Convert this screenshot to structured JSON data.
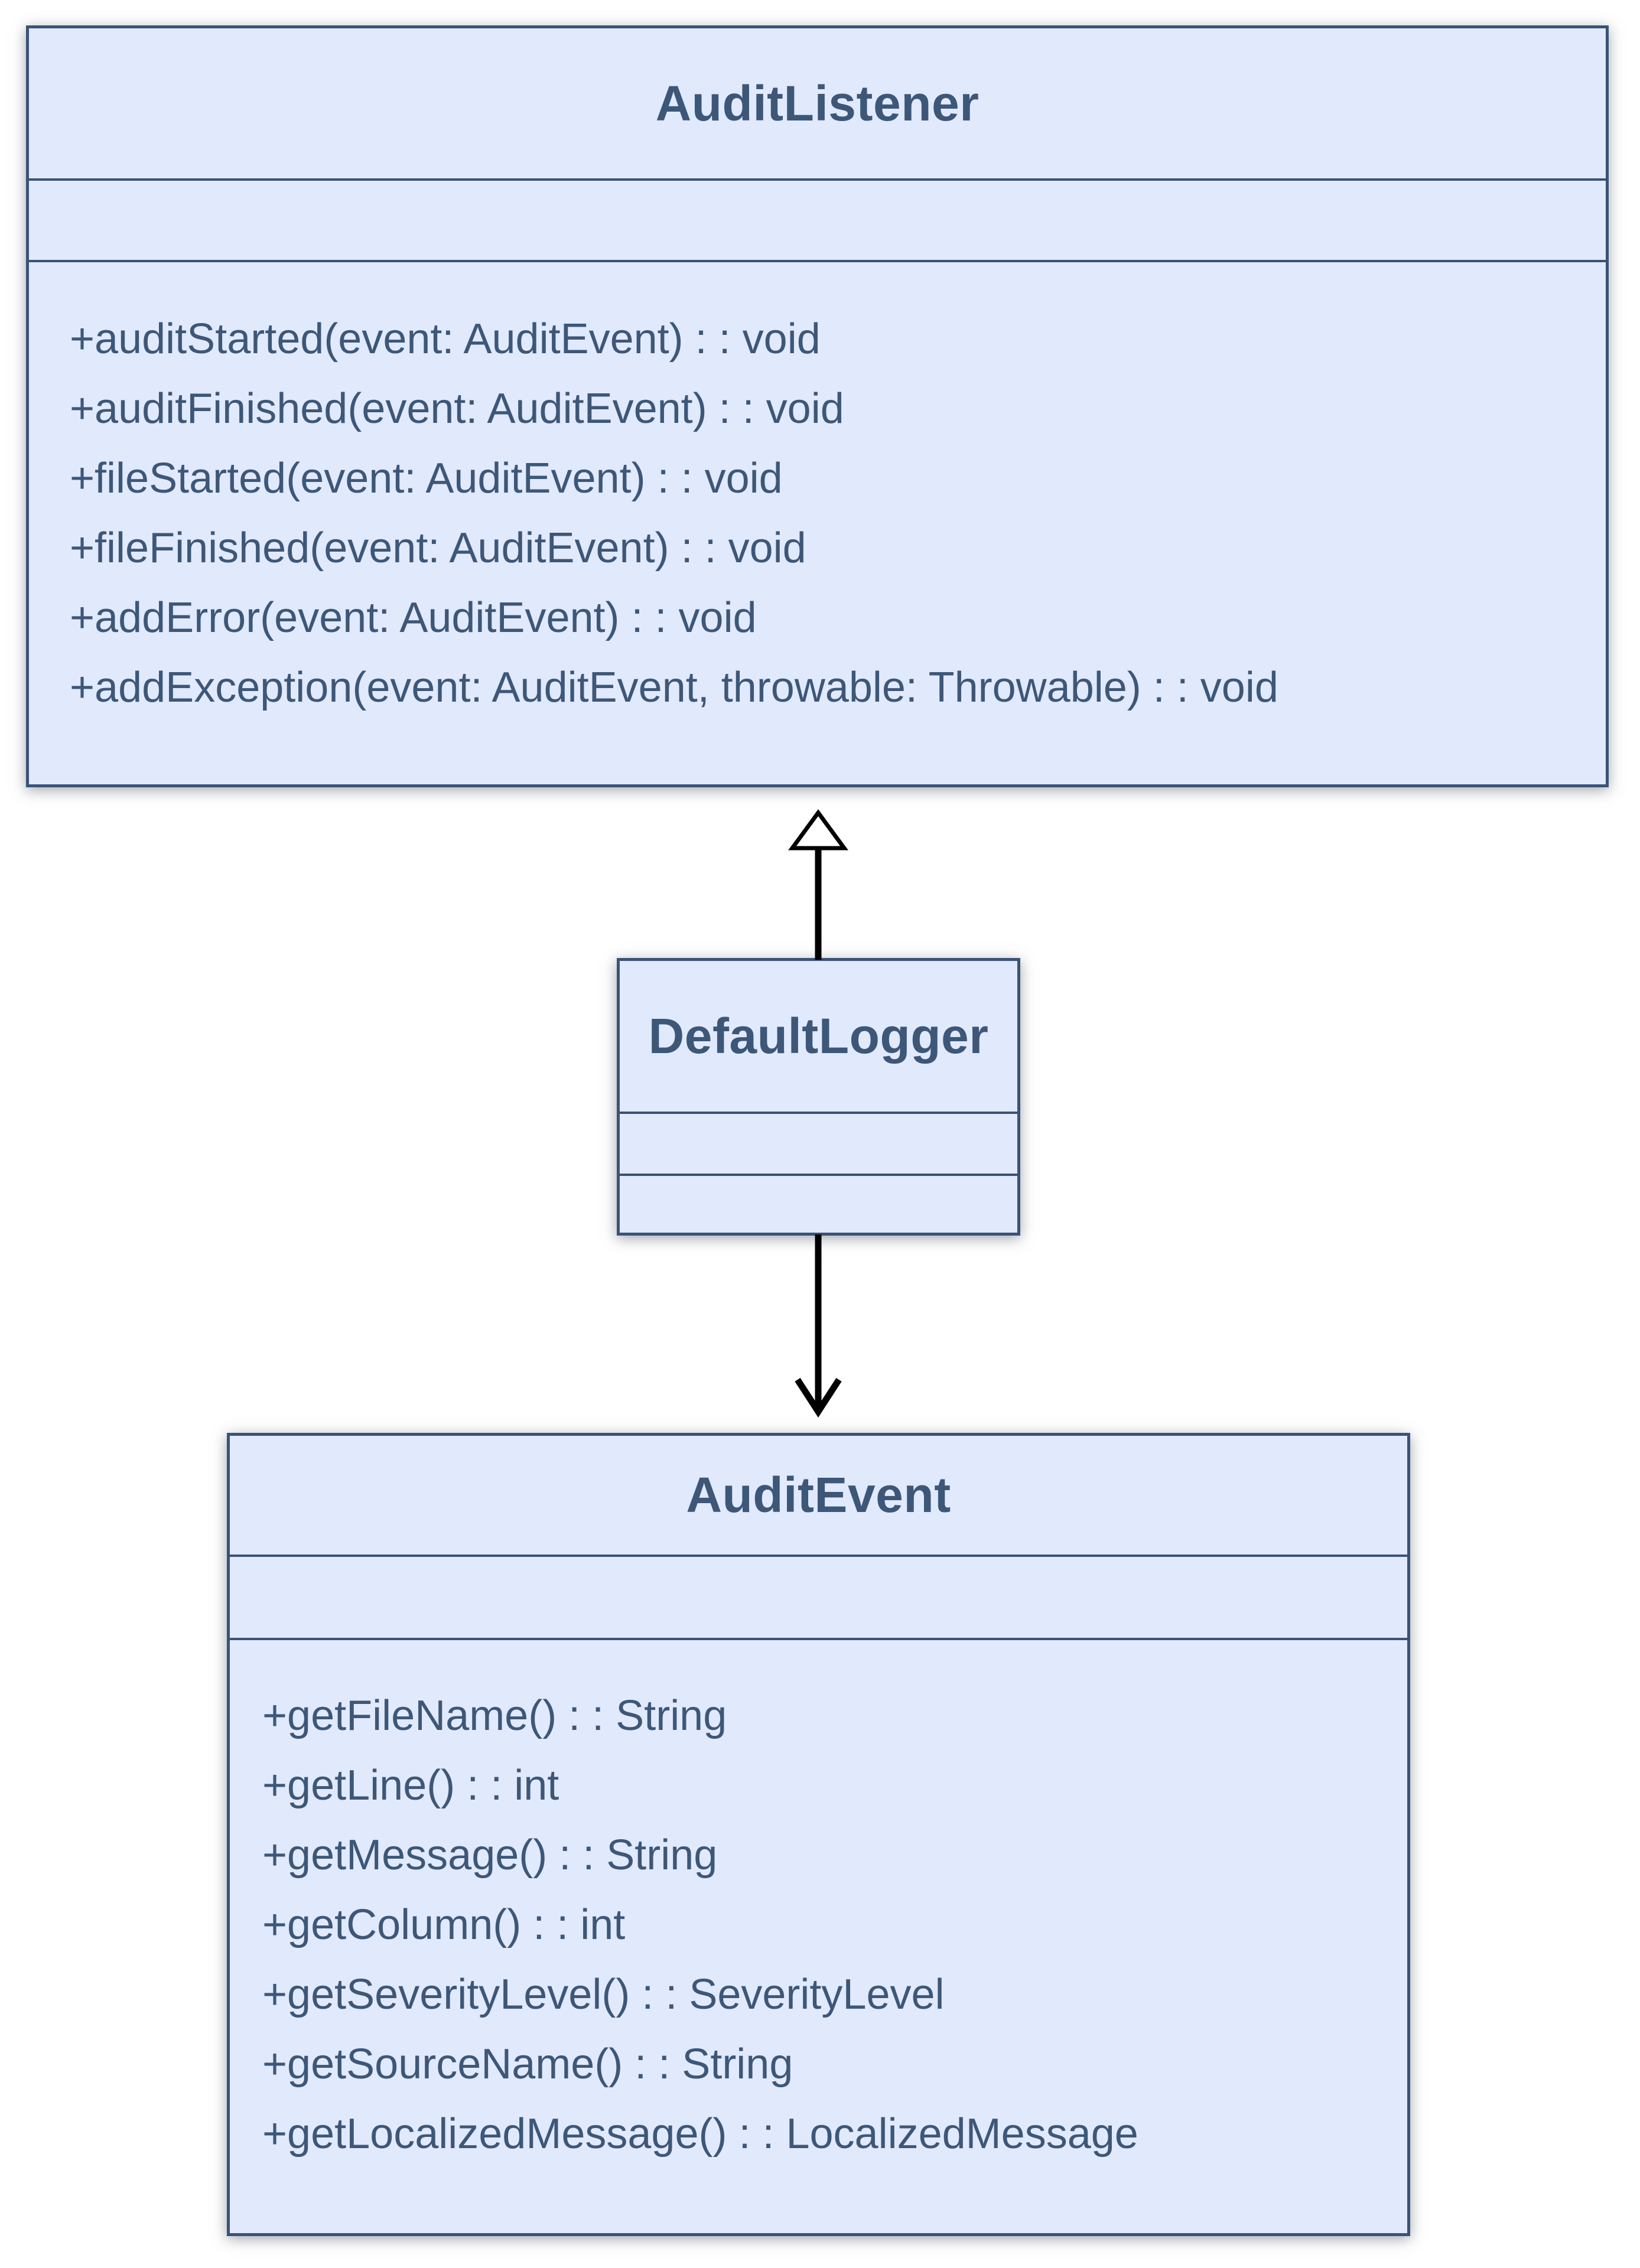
{
  "diagram": {
    "kind": "uml-class-diagram",
    "classes": [
      {
        "name": "AuditListener",
        "attributes": [],
        "methods": [
          "+auditStarted(event: AuditEvent) : : void",
          "+auditFinished(event: AuditEvent) : : void",
          "+fileStarted(event: AuditEvent) : : void",
          "+fileFinished(event: AuditEvent) : : void",
          "+addError(event: AuditEvent) : : void",
          "+addException(event: AuditEvent, throwable: Throwable) : : void"
        ]
      },
      {
        "name": "DefaultLogger",
        "attributes": [],
        "methods": []
      },
      {
        "name": "AuditEvent",
        "attributes": [],
        "methods": [
          "+getFileName() : : String",
          "+getLine() : : int",
          "+getMessage() : : String",
          "+getColumn() : : int",
          "+getSeverityLevel() : : SeverityLevel",
          "+getSourceName() : : String",
          "+getLocalizedMessage() : : LocalizedMessage"
        ]
      }
    ],
    "relationships": [
      {
        "from": "DefaultLogger",
        "to": "AuditListener",
        "type": "realization",
        "arrowhead": "hollow-triangle"
      },
      {
        "from": "DefaultLogger",
        "to": "AuditEvent",
        "type": "directed-association",
        "arrowhead": "open-arrow"
      }
    ],
    "colors": {
      "background": "#ffffff",
      "box_fill": "#e1e9fc",
      "box_border": "#3a5276",
      "class_text": "#3d5778",
      "connector": "#000000"
    }
  }
}
